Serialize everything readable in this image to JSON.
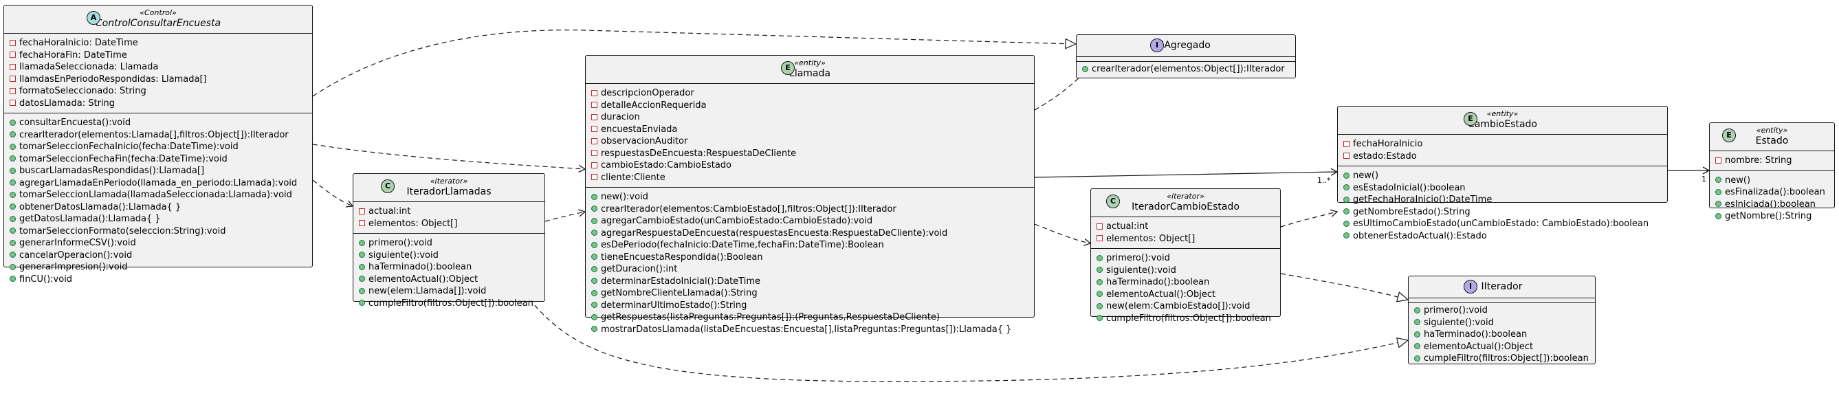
{
  "classes": {
    "control": {
      "badge": "A",
      "badge_color": "#a9dcdf",
      "stereotype": "«Control»",
      "name": "ControlConsultarEncuesta",
      "attributes": [
        "fechaHoraInicio: DateTime",
        "fechaHoraFin: DateTime",
        "llamadaSeleccionada: Llamada",
        "llamdasEnPeriodoRespondidas: Llamada[]",
        "formatoSeleccionado: String",
        "datosLlamada: String"
      ],
      "methods": [
        "consultarEncuesta():void",
        "crearIterador(elementos:Llamada[],filtros:Object[]):IIterador",
        "tomarSeleccionFechaInicio(fecha:DateTime):void",
        "tomarSeleccionFechaFin(fecha:DateTime):void",
        "buscarLlamadasRespondidas():Llamada[]",
        "agregarLlamadaEnPeriodo(llamada_en_periodo:Llamada):void",
        "tomarSeleccionLlamada(llamadaSeleccionada:Llamada):void",
        "obtenerDatosLlamada():Llamada{ }",
        "getDatosLlamada():Llamada{ }",
        "tomarSeleccionFormato(seleccion:String):void",
        "generarInformeCSV():void",
        "cancelarOperacion():void",
        "generarImpresion():void",
        "finCU():void"
      ]
    },
    "iteradorLlamadas": {
      "badge": "C",
      "badge_color": "#add1b2",
      "stereotype": "«iterator»",
      "name": "IteradorLlamadas",
      "attributes": [
        "actual:int",
        "elementos: Object[]"
      ],
      "methods": [
        "primero():void",
        "siguiente():void",
        "haTerminado():boolean",
        "elementoActual():Object",
        "new(elem:Llamada[]):void",
        "cumpleFiltro(filtros:Object[]):boolean"
      ]
    },
    "llamada": {
      "badge": "E",
      "badge_color": "#add1b2",
      "stereotype": "«entity»",
      "name": "Llamada",
      "attributes": [
        "descripcionOperador",
        "detalleAccionRequerida",
        "duracion",
        "encuestaEnviada",
        "observacionAuditor",
        "respuestasDeEncuesta:RespuestaDeCliente",
        "cambioEstado:CambioEstado",
        "cliente:Cliente"
      ],
      "methods": [
        "new():void",
        "crearIterador(elementos:CambioEstado[],filtros:Object[]):IIterador",
        "agregarCambioEstado(unCambioEstado:CambioEstado):void",
        "agregarRespuestaDeEncuesta(respuestasEncuesta:RespuestaDeCliente):void",
        "esDePeriodo(fechaInicio:DateTime,fechaFin:DateTime):Boolean",
        "tieneEncuestaRespondida():Boolean",
        "getDuracion():int",
        "determinarEstadoInicial():DateTime",
        "getNombreClienteLlamada():String",
        "determinarUltimoEstado():String",
        "getRespuestas(listaPreguntas:Preguntas[]):(Preguntas,RespuestaDeCliente)",
        "mostrarDatosLlamada(listaDeEncuestas:Encuesta[],listaPreguntas:Preguntas[]):Llamada{ }"
      ]
    },
    "iAgregado": {
      "badge": "I",
      "badge_color": "#b4a7e5",
      "stereotype": "",
      "name": "IAgregado",
      "attributes": [],
      "methods": [
        "crearIterador(elementos:Object[]):IIterador"
      ]
    },
    "iteradorCambioEstado": {
      "badge": "C",
      "badge_color": "#add1b2",
      "stereotype": "«iterator»",
      "name": "IteradorCambioEstado",
      "attributes": [
        "actual:int",
        "elementos: Object[]"
      ],
      "methods": [
        "primero():void",
        "siguiente():void",
        "haTerminado():boolean",
        "elementoActual():Object",
        "new(elem:CambioEstado[]):void",
        "cumpleFiltro(filtros:Object[]):boolean"
      ]
    },
    "cambioEstado": {
      "badge": "E",
      "badge_color": "#add1b2",
      "stereotype": "«entity»",
      "name": "CambioEstado",
      "attributes": [
        "fechaHoraInicio",
        "estado:Estado"
      ],
      "methods": [
        "new()",
        "esEstadoInicial():boolean",
        "getFechaHoraInicio():DateTime",
        "getNombreEstado():String",
        "esUltimoCambioEstado(unCambioEstado: CambioEstado):boolean",
        "obtenerEstadoActual():Estado"
      ]
    },
    "iIterador": {
      "badge": "I",
      "badge_color": "#b4a7e5",
      "stereotype": "",
      "name": "IIterador",
      "attributes": [],
      "methods": [
        "primero():void",
        "siguiente():void",
        "haTerminado():boolean",
        "elementoActual():Object",
        "cumpleFiltro(filtros:Object[]):boolean"
      ]
    },
    "estado": {
      "badge": "E",
      "badge_color": "#add1b2",
      "stereotype": "«entity»",
      "name": "Estado",
      "attributes": [
        "nombre: String"
      ],
      "methods": [
        "new()",
        "esFinalizada():boolean",
        "esIniciada():boolean",
        "getNombre():String"
      ]
    }
  },
  "multiplicities": {
    "llamada_cambio": "1..*",
    "cambio_estado": "1"
  }
}
